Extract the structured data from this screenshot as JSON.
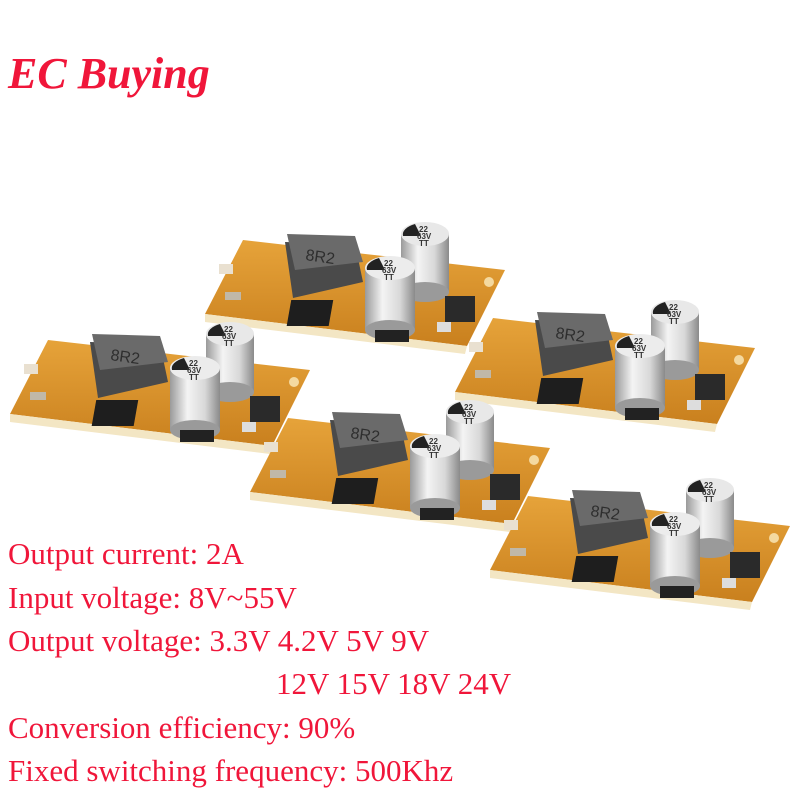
{
  "brand": {
    "logo_text": "EC Buying",
    "color": "#f0163a"
  },
  "product": {
    "module_count": 5,
    "inductor_marking": "8R2",
    "capacitor_marking": [
      "22",
      "63V",
      "TT"
    ]
  },
  "specs": [
    {
      "text": "Output current: 2A"
    },
    {
      "text": "Input voltage: 8V~55V"
    },
    {
      "text": "Output voltage: 3.3V 4.2V 5V 9V"
    },
    {
      "text": "12V 15V 18V 24V"
    },
    {
      "text": "Conversion efficiency: 90%"
    },
    {
      "text": "Fixed switching frequency: 500Khz"
    }
  ]
}
